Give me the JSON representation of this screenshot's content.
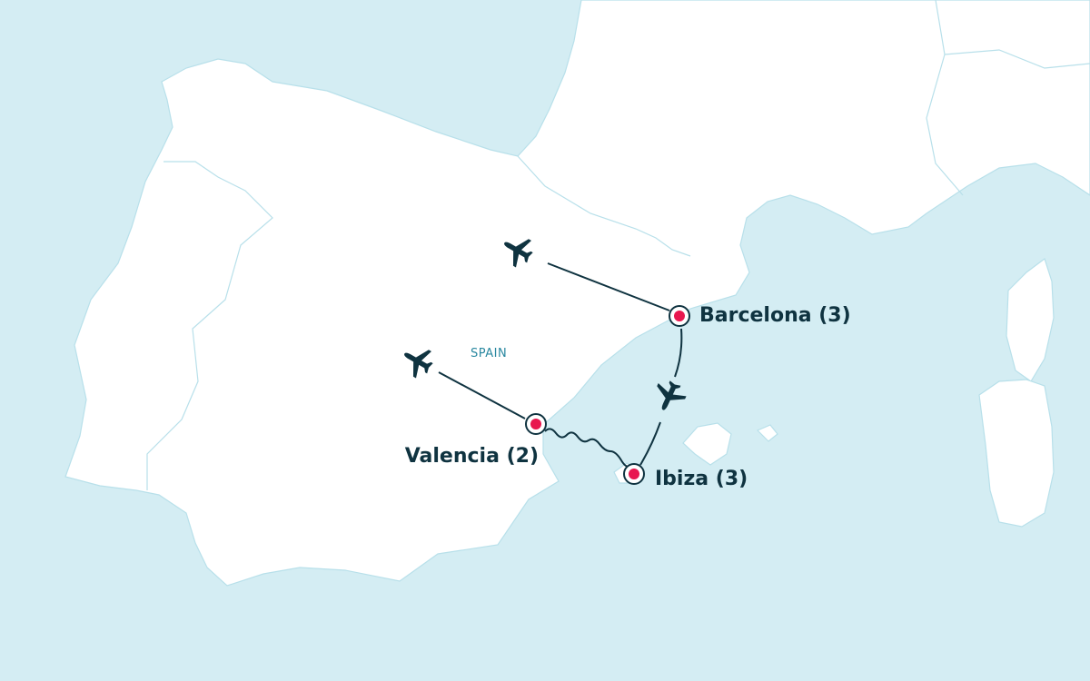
{
  "map": {
    "country_label": "SPAIN",
    "stops": [
      {
        "name": "Barcelona",
        "nights": 3,
        "label": "Barcelona (3)"
      },
      {
        "name": "Valencia",
        "nights": 2,
        "label": "Valencia (2)"
      },
      {
        "name": "Ibiza",
        "nights": 3,
        "label": "Ibiza (3)"
      }
    ],
    "routes": [
      {
        "from": "flight-in",
        "to": "Barcelona",
        "mode": "flight"
      },
      {
        "from": "Barcelona",
        "to": "Ibiza",
        "mode": "flight"
      },
      {
        "from": "Ibiza",
        "to": "Valencia",
        "mode": "ferry"
      },
      {
        "from": "Valencia",
        "to": "flight-out",
        "mode": "flight"
      }
    ],
    "colors": {
      "sea": "#d4edf3",
      "land": "#ffffff",
      "border": "#b8e0ea",
      "route": "#0f3340",
      "marker": "#e8174f"
    }
  }
}
